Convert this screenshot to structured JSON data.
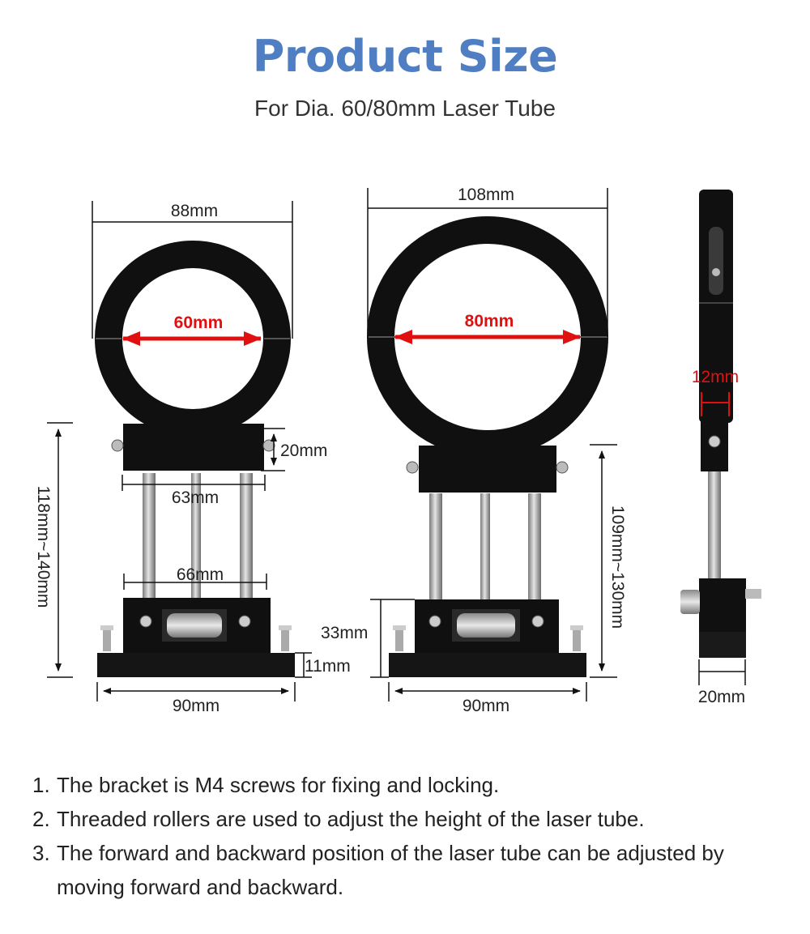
{
  "title": "Product Size",
  "subtitle": "For Dia. 60/80mm Laser Tube",
  "dimensions": {
    "left_outer_width": "88mm",
    "left_inner_dia": "60mm",
    "left_block_height": "20mm",
    "left_rod_spacing": "63mm",
    "left_lower_spacing": "66mm",
    "left_total_height": "118mm~140mm",
    "left_base_height": "11mm",
    "left_base_width": "90mm",
    "mid_outer_width": "108mm",
    "mid_inner_dia": "80mm",
    "mid_lower_height": "33mm",
    "mid_total_height": "109mm~130mm",
    "mid_base_width": "90mm",
    "side_thickness": "12mm",
    "side_base_width": "20mm"
  },
  "notes": [
    {
      "num": "1.",
      "text": "The bracket is M4 screws for fixing and locking."
    },
    {
      "num": "2.",
      "text": "Threaded rollers are used to adjust the height of the laser tube."
    },
    {
      "num": "3.",
      "text": "The forward and backward position of the laser tube can be adjusted by moving forward and backward."
    }
  ],
  "colors": {
    "title": "#4f7fc2",
    "accent_red": "#e01010",
    "metal_black": "#101010",
    "rod_silver": "#a8a8a8"
  }
}
